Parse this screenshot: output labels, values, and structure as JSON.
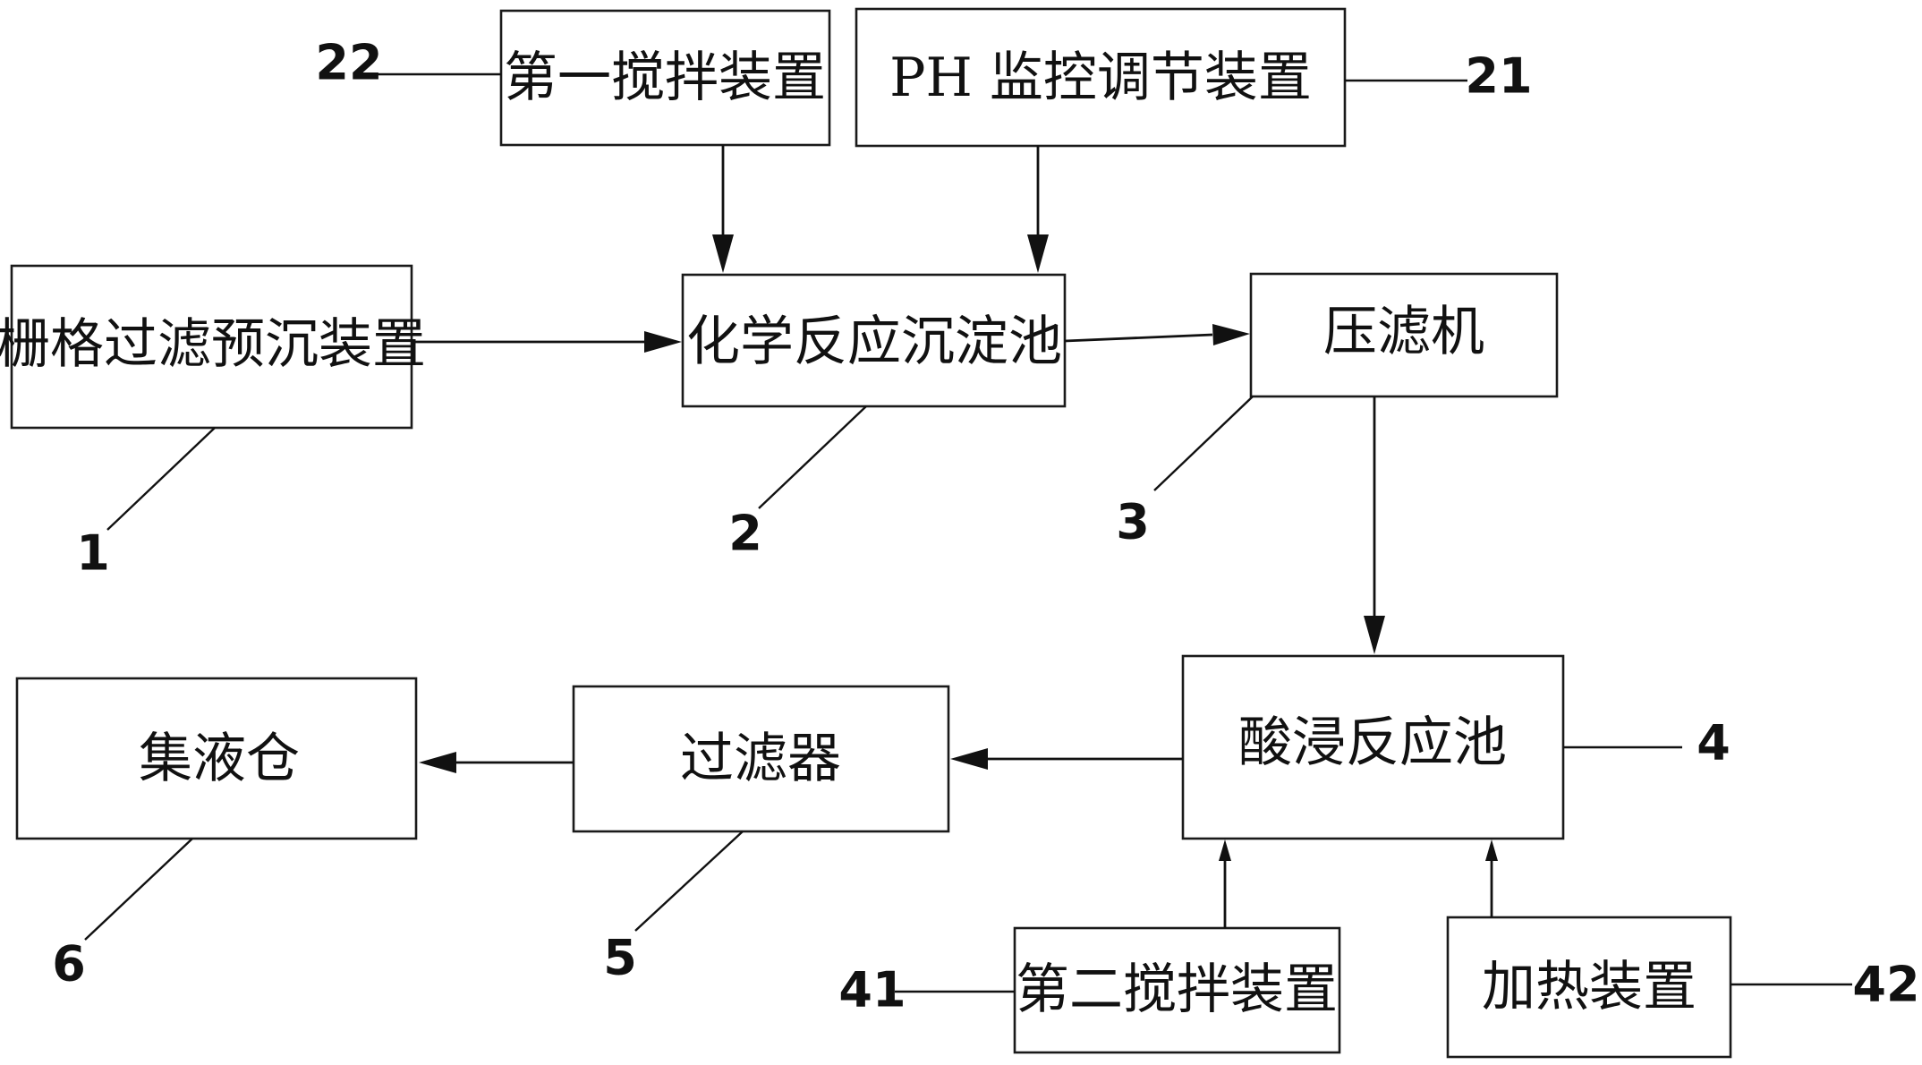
{
  "boxes": {
    "grille_filter": "栅格过滤预沉装置",
    "chem_reaction_tank": "化学反应沉淀池",
    "filter_press": "压滤机",
    "acid_leach_tank": "酸浸反应池",
    "filter": "过滤器",
    "collection_tank": "集液仓",
    "first_stirrer": "第一搅拌装置",
    "ph_control": "PH 监控调节装置",
    "second_stirrer": "第二搅拌装置",
    "heater": "加热装置"
  },
  "refs": {
    "grille_filter": "1",
    "chem_reaction_tank": "2",
    "filter_press": "3",
    "acid_leach_tank": "4",
    "filter": "5",
    "collection_tank": "6",
    "ph_control": "21",
    "first_stirrer": "22",
    "second_stirrer": "41",
    "heater": "42"
  }
}
